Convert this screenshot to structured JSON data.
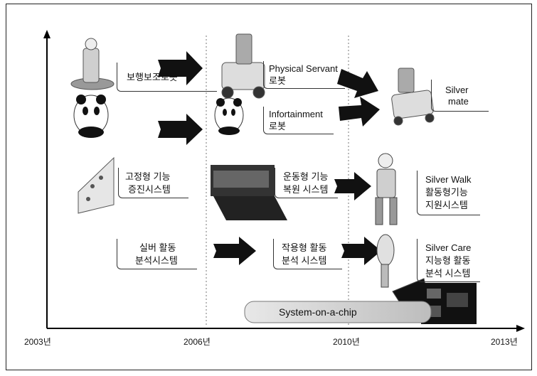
{
  "years": [
    "2003년",
    "2006년",
    "2010년",
    "2013년"
  ],
  "rows": [
    {
      "name": "walking-assist-robot",
      "label": "보행보조로봇"
    },
    {
      "name": "physical-servant",
      "label1": "Physical Servant",
      "label2": "로봇"
    },
    {
      "name": "infotainment",
      "label1": "Infortainment",
      "label2": "로봇"
    },
    {
      "name": "silver-mate",
      "label1": "Silver",
      "label2": "mate"
    },
    {
      "name": "fixed-function",
      "label1": "고정형 기능",
      "label2": "증진시스템"
    },
    {
      "name": "exercise-function",
      "label1": "운동형 기능",
      "label2": "복원 시스템"
    },
    {
      "name": "silver-walk",
      "label1": "Silver Walk",
      "label2": "활동형기능",
      "label3": "지원시스템"
    },
    {
      "name": "silver-activity",
      "label1": "실버 활동",
      "label2": "분석시스템"
    },
    {
      "name": "working-activity",
      "label1": "작용형 활동",
      "label2": "분석 시스템"
    },
    {
      "name": "silver-care",
      "label1": "Silver Care",
      "label2": "지능형 활동",
      "label3": "분석 시스템"
    }
  ],
  "soc_label": "System-on-a-chip"
}
